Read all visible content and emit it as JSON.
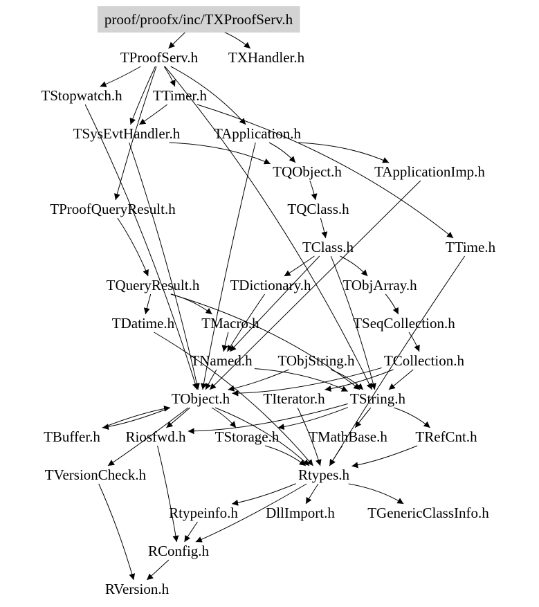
{
  "root_fill": "#d3d3d3",
  "nodes": [
    {
      "id": "root",
      "label": "proof/proofx/inc/TXProofServ.h",
      "root": true
    },
    {
      "id": "TProofServ",
      "label": "TProofServ.h"
    },
    {
      "id": "TXHandler",
      "label": "TXHandler.h"
    },
    {
      "id": "TStopwatch",
      "label": "TStopwatch.h"
    },
    {
      "id": "TTimer",
      "label": "TTimer.h"
    },
    {
      "id": "TSysEvtHandler",
      "label": "TSysEvtHandler.h"
    },
    {
      "id": "TApplication",
      "label": "TApplication.h"
    },
    {
      "id": "TQObject",
      "label": "TQObject.h"
    },
    {
      "id": "TApplicationImp",
      "label": "TApplicationImp.h"
    },
    {
      "id": "TProofQueryResult",
      "label": "TProofQueryResult.h"
    },
    {
      "id": "TQClass",
      "label": "TQClass.h"
    },
    {
      "id": "TClass",
      "label": "TClass.h"
    },
    {
      "id": "TTime",
      "label": "TTime.h"
    },
    {
      "id": "TQueryResult",
      "label": "TQueryResult.h"
    },
    {
      "id": "TDictionary",
      "label": "TDictionary.h"
    },
    {
      "id": "TObjArray",
      "label": "TObjArray.h"
    },
    {
      "id": "TDatime",
      "label": "TDatime.h"
    },
    {
      "id": "TMacro",
      "label": "TMacro.h"
    },
    {
      "id": "TSeqCollection",
      "label": "TSeqCollection.h"
    },
    {
      "id": "TNamed",
      "label": "TNamed.h"
    },
    {
      "id": "TObjString",
      "label": "TObjString.h"
    },
    {
      "id": "TCollection",
      "label": "TCollection.h"
    },
    {
      "id": "TObject",
      "label": "TObject.h"
    },
    {
      "id": "TIterator",
      "label": "TIterator.h"
    },
    {
      "id": "TString",
      "label": "TString.h"
    },
    {
      "id": "TBuffer",
      "label": "TBuffer.h"
    },
    {
      "id": "Riosfwd",
      "label": "Riosfwd.h"
    },
    {
      "id": "TStorage",
      "label": "TStorage.h"
    },
    {
      "id": "TMathBase",
      "label": "TMathBase.h"
    },
    {
      "id": "TRefCnt",
      "label": "TRefCnt.h"
    },
    {
      "id": "TVersionCheck",
      "label": "TVersionCheck.h"
    },
    {
      "id": "Rtypes",
      "label": "Rtypes.h"
    },
    {
      "id": "Rtypeinfo",
      "label": "Rtypeinfo.h"
    },
    {
      "id": "DllImport",
      "label": "DllImport.h"
    },
    {
      "id": "TGenericClassInfo",
      "label": "TGenericClassInfo.h"
    },
    {
      "id": "RConfig",
      "label": "RConfig.h"
    },
    {
      "id": "RVersion",
      "label": "RVersion.h"
    }
  ],
  "edges": [
    [
      "root",
      "TProofServ"
    ],
    [
      "root",
      "TXHandler"
    ],
    [
      "TProofServ",
      "TStopwatch"
    ],
    [
      "TProofServ",
      "TTimer"
    ],
    [
      "TProofServ",
      "TSysEvtHandler"
    ],
    [
      "TProofServ",
      "TApplication"
    ],
    [
      "TProofServ",
      "TProofQueryResult"
    ],
    [
      "TProofServ",
      "TString"
    ],
    [
      "TTimer",
      "TSysEvtHandler"
    ],
    [
      "TTimer",
      "TTime"
    ],
    [
      "TStopwatch",
      "TObject"
    ],
    [
      "TSysEvtHandler",
      "TObject"
    ],
    [
      "TSysEvtHandler",
      "TQObject"
    ],
    [
      "TApplication",
      "TObject"
    ],
    [
      "TApplication",
      "TQObject"
    ],
    [
      "TApplication",
      "TApplicationImp"
    ],
    [
      "TQObject",
      "TQClass"
    ],
    [
      "TQObject",
      "TList"
    ],
    [
      "TApplicationImp",
      "TObject"
    ],
    [
      "TProofQueryResult",
      "TQueryResult"
    ],
    [
      "TQClass",
      "TClass"
    ],
    [
      "TClass",
      "TDictionary"
    ],
    [
      "TClass",
      "TObjArray"
    ],
    [
      "TClass",
      "TNamed"
    ],
    [
      "TClass",
      "TString"
    ],
    [
      "TQueryResult",
      "TDatime"
    ],
    [
      "TQueryResult",
      "TMacro"
    ],
    [
      "TQueryResult",
      "TString"
    ],
    [
      "TDictionary",
      "TNamed"
    ],
    [
      "TObjArray",
      "TSeqCollection"
    ],
    [
      "TSeqCollection",
      "TCollection"
    ],
    [
      "TMacro",
      "TNamed"
    ],
    [
      "TDatime",
      "Rtypes"
    ],
    [
      "TNamed",
      "TObject"
    ],
    [
      "TNamed",
      "TString"
    ],
    [
      "TObjString",
      "TObject"
    ],
    [
      "TObjString",
      "TString"
    ],
    [
      "TCollection",
      "TObject"
    ],
    [
      "TCollection",
      "TIterator"
    ],
    [
      "TCollection",
      "TString"
    ],
    [
      "TObject",
      "TBuffer"
    ],
    [
      "TObject",
      "Riosfwd"
    ],
    [
      "TObject",
      "TStorage"
    ],
    [
      "TObject",
      "TVersionCheck"
    ],
    [
      "TObject",
      "Rtypes"
    ],
    [
      "TIterator",
      "Rtypes"
    ],
    [
      "TString",
      "TMathBase"
    ],
    [
      "TString",
      "TRefCnt"
    ],
    [
      "TString",
      "Riosfwd"
    ],
    [
      "TString",
      "TStorage"
    ],
    [
      "TBuffer",
      "TObject"
    ],
    [
      "TStorage",
      "Rtypes"
    ],
    [
      "TMathBase",
      "Rtypes"
    ],
    [
      "TRefCnt",
      "Rtypes"
    ],
    [
      "Riosfwd",
      "RConfig"
    ],
    [
      "TVersionCheck",
      "RVersion"
    ],
    [
      "Rtypes",
      "Rtypeinfo"
    ],
    [
      "Rtypes",
      "DllImport"
    ],
    [
      "Rtypes",
      "TGenericClassInfo"
    ],
    [
      "Rtypes",
      "RConfig"
    ],
    [
      "Rtypeinfo",
      "RConfig"
    ],
    [
      "RConfig",
      "RVersion"
    ],
    [
      "TTime",
      "Rtypes"
    ]
  ]
}
